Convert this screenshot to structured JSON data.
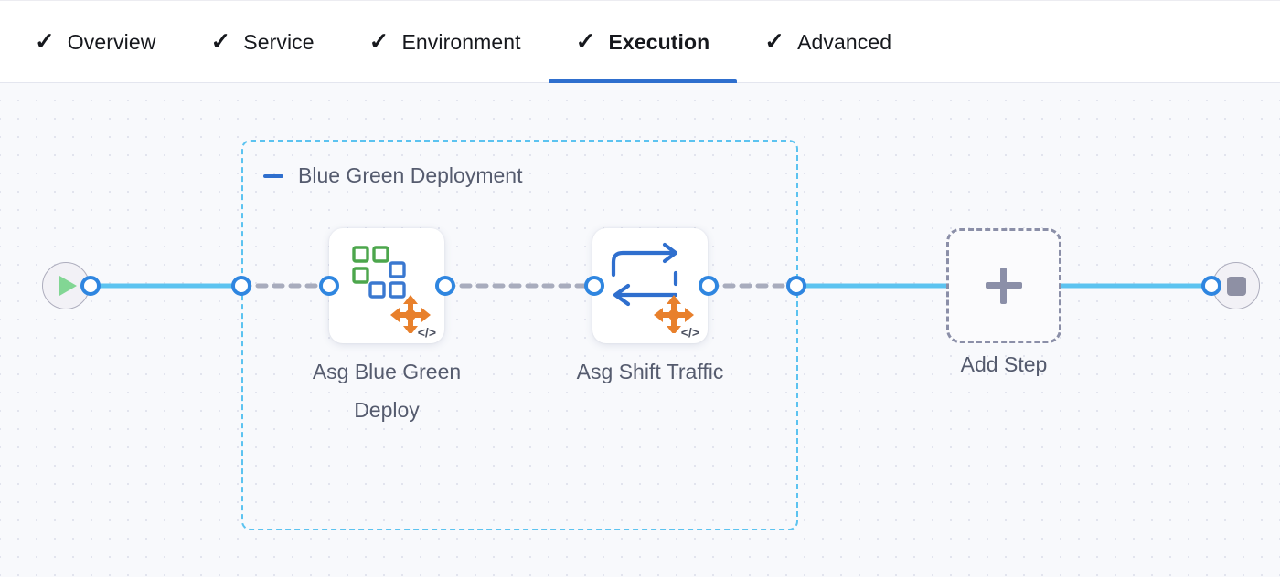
{
  "tabs": [
    {
      "label": "Overview",
      "icon": "check-icon",
      "complete": true,
      "active": false
    },
    {
      "label": "Service",
      "icon": "check-icon",
      "complete": true,
      "active": false
    },
    {
      "label": "Environment",
      "icon": "check-icon",
      "complete": true,
      "active": false
    },
    {
      "label": "Execution",
      "icon": "check-icon",
      "complete": true,
      "active": true
    },
    {
      "label": "Advanced",
      "icon": "check-icon",
      "complete": true,
      "active": false
    }
  ],
  "check_glyph": "✓",
  "group": {
    "title": "Blue Green Deployment",
    "collapse_icon": "minus-icon"
  },
  "pipeline": {
    "start_node": {
      "icon": "play-icon",
      "name": "start"
    },
    "end_node": {
      "icon": "stop-icon",
      "name": "end"
    },
    "steps": [
      {
        "label": "Asg Blue Green Deploy",
        "icon": "asg-blue-green-deploy-icon",
        "badge": "code-icon",
        "badge_glyph": "</>"
      },
      {
        "label": "Asg Shift Traffic",
        "icon": "asg-shift-traffic-icon",
        "badge": "code-icon",
        "badge_glyph": "</>"
      }
    ],
    "add_step": {
      "label": "Add Step",
      "icon": "plus-icon"
    }
  },
  "colors": {
    "accent_blue": "#2f6fce",
    "wire_blue": "#5cc3f0",
    "connector_blue": "#2f86e0",
    "group_border": "#5cc3f0",
    "dashed_wire": "#a8acbd",
    "canvas_bg": "#f8f9fc",
    "text": "#555b6e",
    "tab_text": "#16181d",
    "icon_green": "#4ca64c",
    "icon_blue": "#3a78d0",
    "icon_orange": "#e8802c"
  }
}
